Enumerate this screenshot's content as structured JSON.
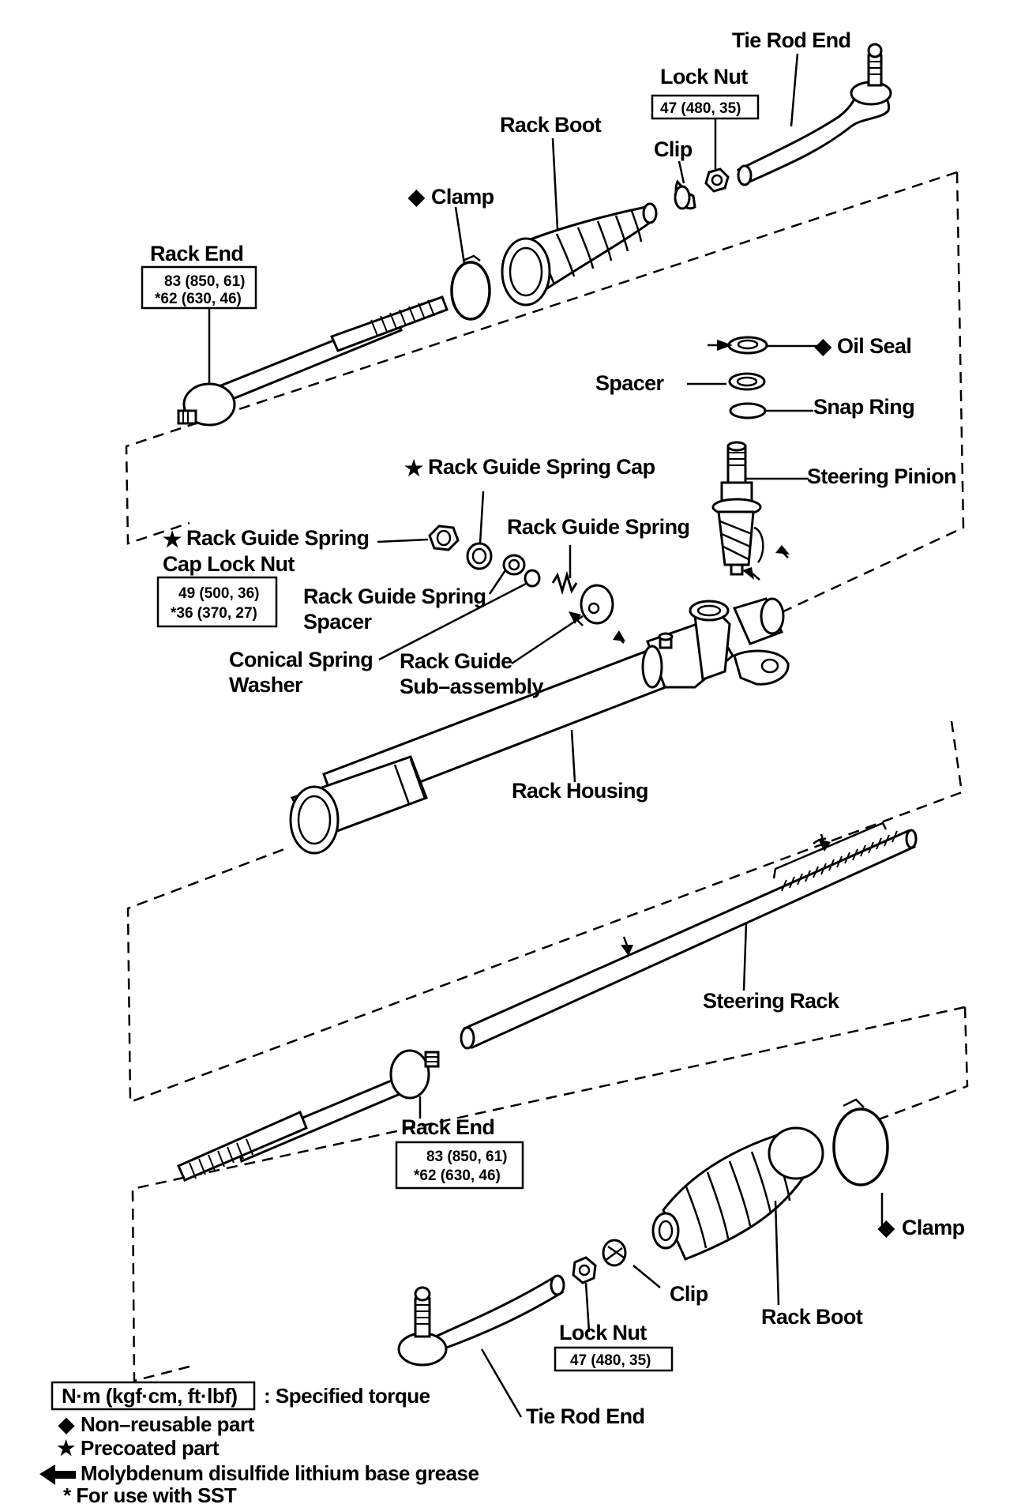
{
  "labels": {
    "tie_rod_end_top": "Tie Rod End",
    "lock_nut_top": "Lock Nut",
    "lock_nut_top_torque": "47 (480, 35)",
    "rack_boot_top": "Rack Boot",
    "clip_top": "Clip",
    "clamp_top": "Clamp",
    "rack_end_top": "Rack End",
    "rack_end_top_torque_1": "83 (850, 61)",
    "rack_end_top_torque_2": "*62 (630, 46)",
    "oil_seal": "Oil Seal",
    "spacer": "Spacer",
    "snap_ring": "Snap Ring",
    "rack_guide_spring_cap": "Rack Guide Spring Cap",
    "steering_pinion": "Steering Pinion",
    "rack_guide_spring_cap_lock_nut_1": "Rack Guide Spring",
    "rack_guide_spring_cap_lock_nut_2": "Cap Lock Nut",
    "cap_lock_nut_torque_1": "49 (500, 36)",
    "cap_lock_nut_torque_2": "*36 (370, 27)",
    "rack_guide_spring": "Rack Guide Spring",
    "rack_guide_spring_spacer_1": "Rack Guide Spring",
    "rack_guide_spring_spacer_2": "Spacer",
    "conical_spring_washer_1": "Conical Spring",
    "conical_spring_washer_2": "Washer",
    "rack_guide_sub_assembly_1": "Rack Guide",
    "rack_guide_sub_assembly_2": "Sub–assembly",
    "rack_housing": "Rack Housing",
    "steering_rack": "Steering Rack",
    "rack_end_bottom": "Rack End",
    "rack_end_bottom_torque_1": "83 (850, 61)",
    "rack_end_bottom_torque_2": "*62 (630, 46)",
    "clamp_bottom": "Clamp",
    "clip_bottom": "Clip",
    "rack_boot_bottom": "Rack Boot",
    "lock_nut_bottom": "Lock Nut",
    "lock_nut_bottom_torque": "47 (480, 35)",
    "tie_rod_end_bottom": "Tie Rod End"
  },
  "legend": {
    "torque_unit": "N·m (kgf·cm, ft·lbf)",
    "torque_desc": ": Specified torque",
    "non_reusable": "Non–reusable part",
    "precoated": "Precoated part",
    "grease": "Molybdenum disulfide lithium base grease",
    "sst": "* For use with SST"
  },
  "symbols": {
    "diamond": "◆",
    "star": "★"
  }
}
